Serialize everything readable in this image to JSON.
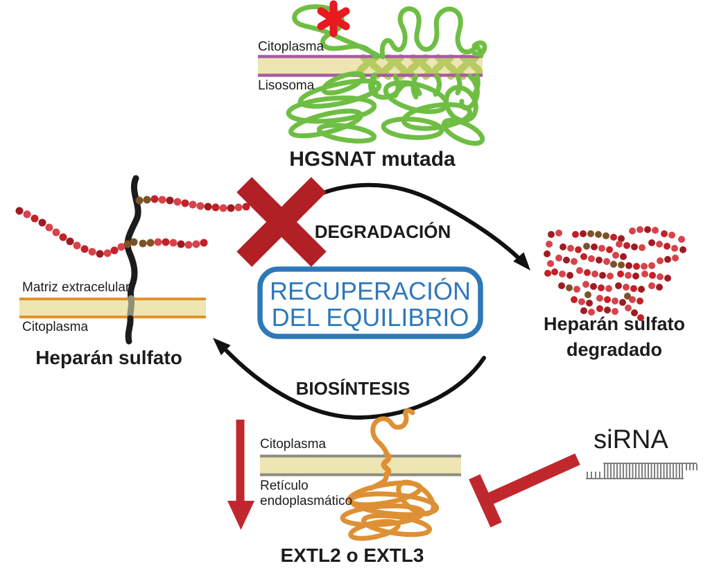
{
  "hgsnat": {
    "membrane_top_label": "Citoplasma",
    "membrane_bottom_label": "Lisosoma",
    "caption": "HGSNAT mutada"
  },
  "heparan": {
    "membrane_top_label": "Matriz extracelular",
    "membrane_bottom_label": "Citoplasma",
    "caption": "Heparán sulfato"
  },
  "cycle": {
    "degradation_label": "DEGRADACIÓN",
    "biosynthesis_label": "BIOSÍNTESIS",
    "center_box_line1": "RECUPERACIÓN",
    "center_box_line2": "DEL EQUILIBRIO"
  },
  "degraded": {
    "caption_line1": "Heparán sulfato",
    "caption_line2": "degradado"
  },
  "extl": {
    "membrane_top_label": "Citoplasma",
    "er_label_line1": "Retículo",
    "er_label_line2": "endoplasmático",
    "caption": "EXTL2 o EXTL3"
  },
  "sirna": {
    "label": "siRNA"
  },
  "icons": {
    "mutation_asterisk": "red-asterisk-icon",
    "blocked_degradation": "red-x-icon",
    "cycle_arrows": "curved-arrow-icons",
    "decrease": "red-down-arrow-icon",
    "inhibition": "red-tbar-icon",
    "sirna_duplex": "rna-duplex-ladder-icon"
  },
  "colors": {
    "protein_green": "#6fbe44",
    "helix_olive": "#b8ca62",
    "membrane_tan": "#ede5b2",
    "membrane_purple": "#a85ba3",
    "membrane_orange": "#e2912c",
    "membrane_gray": "#8b8b83",
    "bead_red": "#d6434a",
    "bead_darkred": "#9e1c21",
    "bead_crimson": "#c32028",
    "bead_brown": "#7d5226",
    "x_red": "#b02025",
    "arrow_red": "#c0282e",
    "asterisk_red": "#e8191f",
    "accent_blue": "#2e78ba",
    "protein_orange": "#de9034",
    "line_black": "#1c1c1c",
    "sirna_gray": "#7c7c7c"
  }
}
